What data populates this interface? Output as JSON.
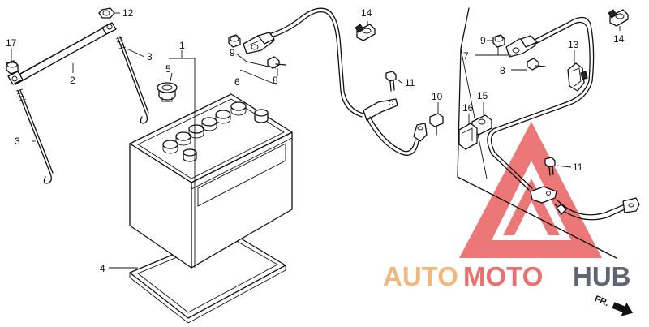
{
  "diagram": {
    "callouts": [
      {
        "id": "c12",
        "text": "12"
      },
      {
        "id": "c17",
        "text": "17"
      },
      {
        "id": "c2",
        "text": "2"
      },
      {
        "id": "c3a",
        "text": "3"
      },
      {
        "id": "c3b",
        "text": "3"
      },
      {
        "id": "c1",
        "text": "1"
      },
      {
        "id": "c5",
        "text": "5"
      },
      {
        "id": "c4",
        "text": "4"
      },
      {
        "id": "c9a",
        "text": "9"
      },
      {
        "id": "c6",
        "text": "6"
      },
      {
        "id": "c8a",
        "text": "8"
      },
      {
        "id": "c14a",
        "text": "14"
      },
      {
        "id": "c11a",
        "text": "11"
      },
      {
        "id": "c10",
        "text": "10"
      },
      {
        "id": "c9b",
        "text": "9"
      },
      {
        "id": "c7",
        "text": "7"
      },
      {
        "id": "c8b",
        "text": "8"
      },
      {
        "id": "c13",
        "text": "13"
      },
      {
        "id": "c14b",
        "text": "14"
      },
      {
        "id": "c15",
        "text": "15"
      },
      {
        "id": "c16",
        "text": "16"
      },
      {
        "id": "c11b",
        "text": "11"
      }
    ],
    "direction_mark": "FR."
  },
  "watermark": {
    "part1": "AUTO",
    "part2": "MOTO",
    "part3": "HUB",
    "colors": {
      "auto": "#f2b77a",
      "moto": "#ec6e6e",
      "hub": "#5f6672",
      "triangle": "#e85a5a"
    }
  }
}
